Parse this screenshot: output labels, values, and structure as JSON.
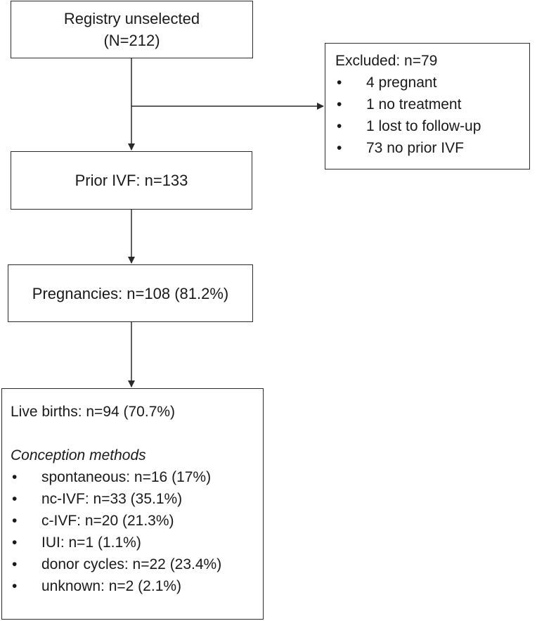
{
  "registry": {
    "line1": "Registry unselected",
    "line2": "(N=212)"
  },
  "excluded": {
    "title": "Excluded: n=79",
    "items": [
      "4 pregnant",
      "1 no treatment",
      "1 lost to follow-up",
      "73 no prior IVF"
    ]
  },
  "prior_ivf": {
    "label": "Prior IVF: n=133"
  },
  "pregnancies": {
    "label": "Pregnancies: n=108 (81.2%)"
  },
  "live_births": {
    "title": "Live births: n=94 (70.7%)",
    "methods_heading": "Conception methods",
    "methods": [
      "spontaneous: n=16 (17%)",
      "nc-IVF: n=33 (35.1%)",
      "c-IVF: n=20 (21.3%)",
      "IUI: n=1 (1.1%)",
      "donor cycles: n=22 (23.4%)",
      "unknown: n=2 (2.1%)"
    ]
  }
}
